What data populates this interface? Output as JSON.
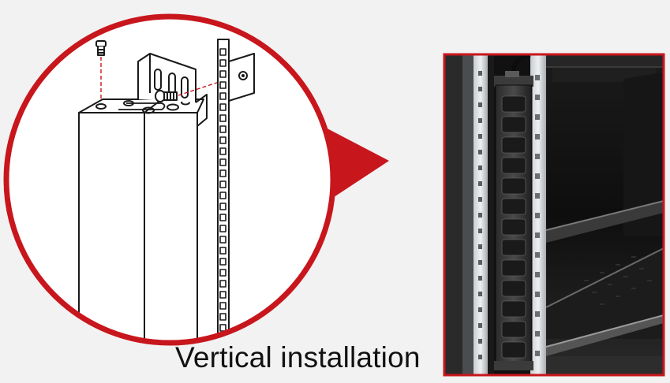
{
  "caption": "Vertical installation",
  "colors": {
    "accent_red": "#c8161d",
    "background": "#f2f2f2",
    "caption_text": "#111111",
    "cabinet_dark": "#151515"
  },
  "icons": {
    "diagram": "pdu-bracket-mount-illustration",
    "arrow": "triangle-pointer-icon",
    "photo": "rack-cabinet-pdu-photo"
  }
}
